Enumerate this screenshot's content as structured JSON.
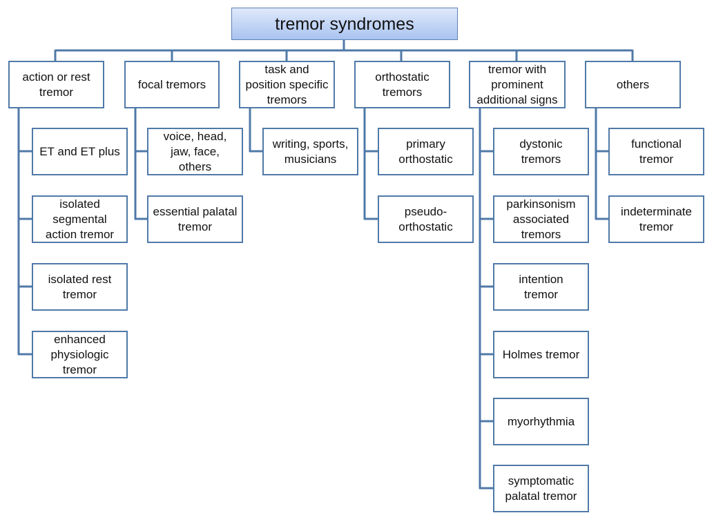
{
  "root": {
    "label": "tremor syndromes"
  },
  "colors": {
    "line": "#4f79a8",
    "border": "#4f79a8",
    "root_fill_top": "#dfe9fb",
    "root_fill_bottom": "#a9c3ef"
  },
  "categories": [
    {
      "label": "action or rest\ntremor",
      "children": [
        "ET and ET plus",
        "isolated\nsegmental\naction tremor",
        "isolated rest\ntremor",
        "enhanced\nphysiologic\ntremor"
      ]
    },
    {
      "label": "focal tremors",
      "children": [
        "voice, head,\njaw, face,\nothers",
        "essential palatal\ntremor"
      ]
    },
    {
      "label": "task and\nposition specific\ntremors",
      "children": [
        "writing, sports,\nmusicians"
      ]
    },
    {
      "label": "orthostatic\ntremors",
      "children": [
        "primary\northostatic",
        "pseudo-\northostatic"
      ]
    },
    {
      "label": "tremor with\nprominent\nadditional signs",
      "children": [
        "dystonic\ntremors",
        "parkinsonism\nassociated\ntremors",
        "intention\ntremor",
        "Holmes tremor",
        "myorhythmia",
        "symptomatic\npalatal tremor"
      ]
    },
    {
      "label": "others",
      "children": [
        "functional\ntremor",
        "indeterminate\ntremor"
      ]
    }
  ]
}
